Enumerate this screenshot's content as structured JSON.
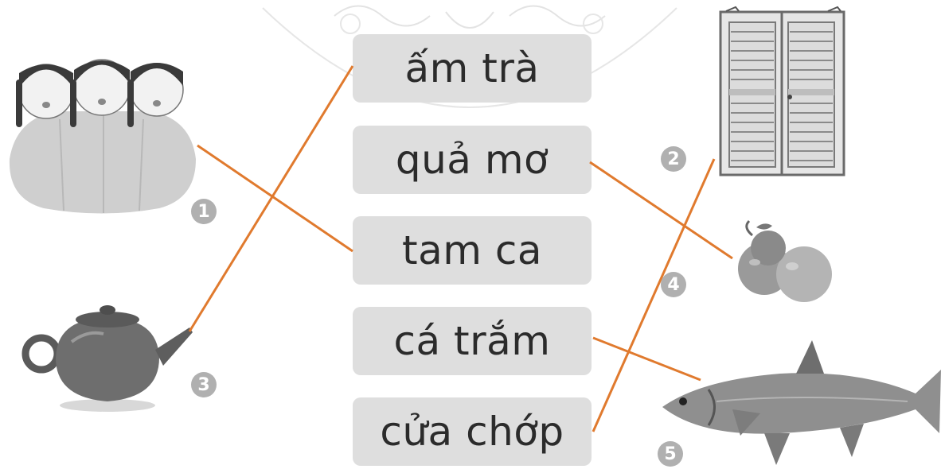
{
  "words": [
    "ấm trà",
    "quả mơ",
    "tam ca",
    "cá trắm",
    "cửa chớp"
  ],
  "numbers": [
    "1",
    "2",
    "3",
    "4",
    "5"
  ],
  "pictures": [
    "girls-trio",
    "shutter-door",
    "teapot",
    "apricots",
    "fish"
  ],
  "colors": {
    "line": "#e07a2e",
    "word_box": "#dedede",
    "number_badge": "#b0b0b0"
  }
}
